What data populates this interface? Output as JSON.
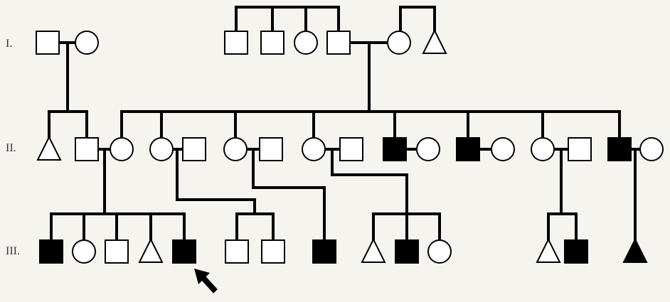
{
  "generations": [
    {
      "label": "I."
    },
    {
      "label": "II."
    },
    {
      "label": "III."
    }
  ],
  "legend_colors": {
    "line": "#000000",
    "affected": "#000000",
    "unaffected": "#ffffff"
  },
  "individuals": [
    {
      "id": "I-1",
      "gen": 1,
      "sex": "male",
      "affected": false
    },
    {
      "id": "I-2",
      "gen": 1,
      "sex": "female",
      "affected": false
    },
    {
      "id": "I-3",
      "gen": 1,
      "sex": "male",
      "affected": false
    },
    {
      "id": "I-4",
      "gen": 1,
      "sex": "male",
      "affected": false
    },
    {
      "id": "I-5",
      "gen": 1,
      "sex": "female",
      "affected": false
    },
    {
      "id": "I-6",
      "gen": 1,
      "sex": "male",
      "affected": false
    },
    {
      "id": "I-7",
      "gen": 1,
      "sex": "female",
      "affected": false
    },
    {
      "id": "I-8",
      "gen": 1,
      "sex": "unknown",
      "affected": false
    },
    {
      "id": "II-1",
      "gen": 2,
      "sex": "unknown",
      "affected": false
    },
    {
      "id": "II-2",
      "gen": 2,
      "sex": "male",
      "affected": false
    },
    {
      "id": "II-3",
      "gen": 2,
      "sex": "female",
      "affected": false
    },
    {
      "id": "II-4",
      "gen": 2,
      "sex": "female",
      "affected": false
    },
    {
      "id": "II-5",
      "gen": 2,
      "sex": "male",
      "affected": false
    },
    {
      "id": "II-6",
      "gen": 2,
      "sex": "female",
      "affected": false
    },
    {
      "id": "II-7",
      "gen": 2,
      "sex": "male",
      "affected": false
    },
    {
      "id": "II-8",
      "gen": 2,
      "sex": "female",
      "affected": false
    },
    {
      "id": "II-9",
      "gen": 2,
      "sex": "male",
      "affected": false
    },
    {
      "id": "II-10",
      "gen": 2,
      "sex": "male",
      "affected": true
    },
    {
      "id": "II-11",
      "gen": 2,
      "sex": "female",
      "affected": false
    },
    {
      "id": "II-12",
      "gen": 2,
      "sex": "male",
      "affected": true
    },
    {
      "id": "II-13",
      "gen": 2,
      "sex": "female",
      "affected": false
    },
    {
      "id": "II-14",
      "gen": 2,
      "sex": "female",
      "affected": false
    },
    {
      "id": "II-15",
      "gen": 2,
      "sex": "male",
      "affected": false
    },
    {
      "id": "II-16",
      "gen": 2,
      "sex": "male",
      "affected": true
    },
    {
      "id": "II-17",
      "gen": 2,
      "sex": "female",
      "affected": false
    },
    {
      "id": "III-1",
      "gen": 3,
      "sex": "male",
      "affected": true
    },
    {
      "id": "III-2",
      "gen": 3,
      "sex": "female",
      "affected": false
    },
    {
      "id": "III-3",
      "gen": 3,
      "sex": "male",
      "affected": false
    },
    {
      "id": "III-4",
      "gen": 3,
      "sex": "unknown",
      "affected": false
    },
    {
      "id": "III-5",
      "gen": 3,
      "sex": "male",
      "affected": true,
      "proband": true
    },
    {
      "id": "III-6",
      "gen": 3,
      "sex": "male",
      "affected": false
    },
    {
      "id": "III-7",
      "gen": 3,
      "sex": "male",
      "affected": false
    },
    {
      "id": "III-8",
      "gen": 3,
      "sex": "male",
      "affected": true
    },
    {
      "id": "III-9",
      "gen": 3,
      "sex": "unknown",
      "affected": false
    },
    {
      "id": "III-10",
      "gen": 3,
      "sex": "male",
      "affected": true
    },
    {
      "id": "III-11",
      "gen": 3,
      "sex": "female",
      "affected": false
    },
    {
      "id": "III-12",
      "gen": 3,
      "sex": "unknown",
      "affected": false
    },
    {
      "id": "III-13",
      "gen": 3,
      "sex": "male",
      "affected": true
    },
    {
      "id": "III-14",
      "gen": 3,
      "sex": "unknown",
      "affected": true
    }
  ],
  "proband_marker": {
    "icon": "arrow-icon",
    "target": "III-5"
  }
}
